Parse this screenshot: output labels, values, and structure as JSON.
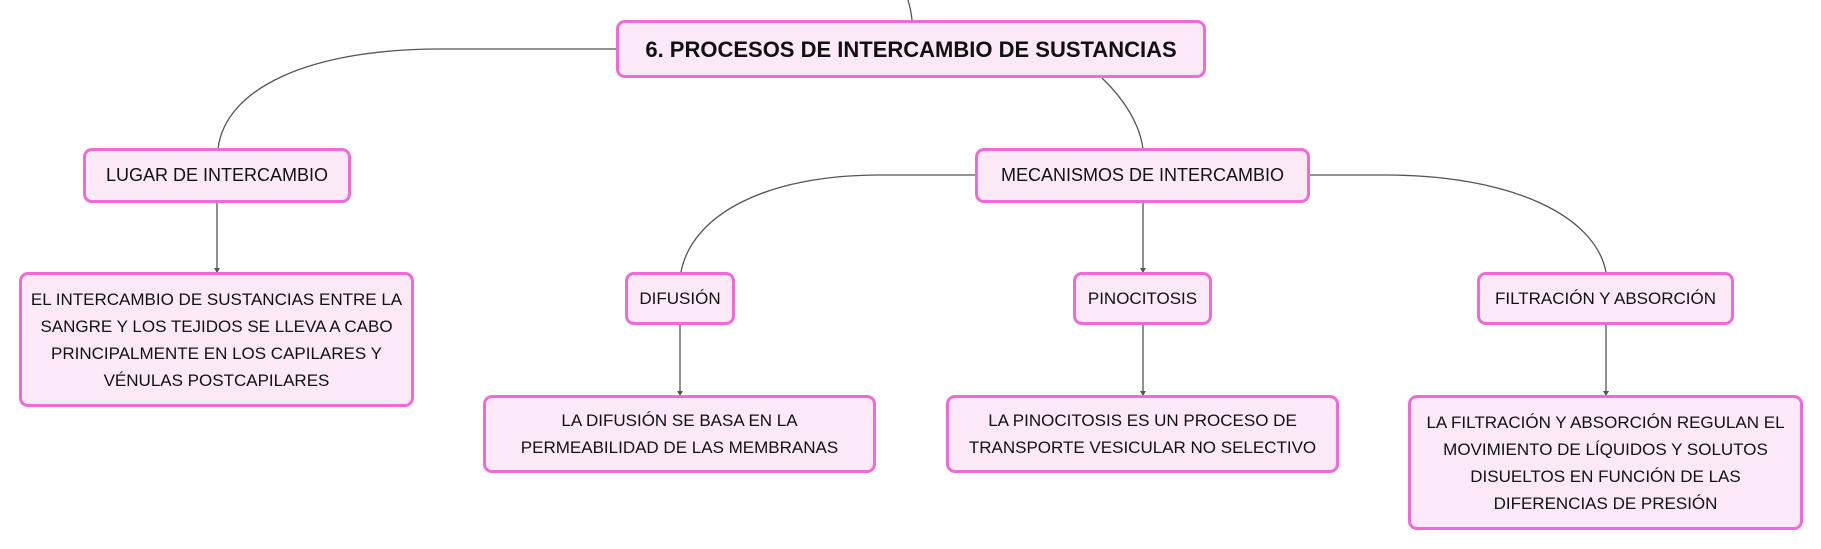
{
  "mindmap": {
    "title": "6. PROCESOS DE INTERCAMBIO DE SUSTANCIAS",
    "lugar": {
      "label": "LUGAR DE INTERCAMBIO",
      "detail": "EL INTERCAMBIO DE SUSTANCIAS ENTRE LA SANGRE Y LOS TEJIDOS SE LLEVA A CABO PRINCIPALMENTE EN LOS CAPILARES Y VÉNULAS POSTCAPILARES"
    },
    "mecanismos": {
      "label": "MECANISMOS DE INTERCAMBIO",
      "difusion": {
        "label": "DIFUSIÓN",
        "detail": "LA DIFUSIÓN SE BASA EN LA PERMEABILIDAD DE LAS MEMBRANAS"
      },
      "pinocitosis": {
        "label": "PINOCITOSIS",
        "detail": "LA PINOCITOSIS ES UN PROCESO DE TRANSPORTE VESICULAR NO SELECTIVO"
      },
      "filtracion": {
        "label": "FILTRACIÓN Y ABSORCIÓN",
        "detail": "LA FILTRACIÓN Y ABSORCIÓN REGULAN EL MOVIMIENTO DE LÍQUIDOS Y SOLUTOS DISUELTOS EN FUNCIÓN DE LAS DIFERENCIAS DE PRESIÓN"
      }
    }
  },
  "colors": {
    "node_border": "#ee6ad9",
    "node_fill": "#fbe9f7",
    "connector": "#555555"
  }
}
